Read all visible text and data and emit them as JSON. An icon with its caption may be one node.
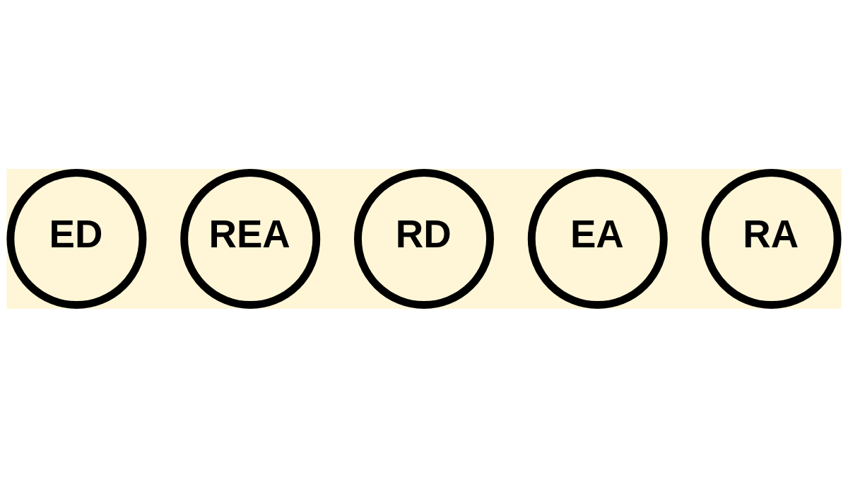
{
  "diagram": {
    "nodes": [
      {
        "text": [
          "ED"
        ]
      },
      {
        "text": [
          "REA"
        ]
      },
      {
        "text": [
          "RD"
        ]
      },
      {
        "text": [
          "EA"
        ]
      },
      {
        "text": [
          "RA"
        ]
      }
    ]
  }
}
